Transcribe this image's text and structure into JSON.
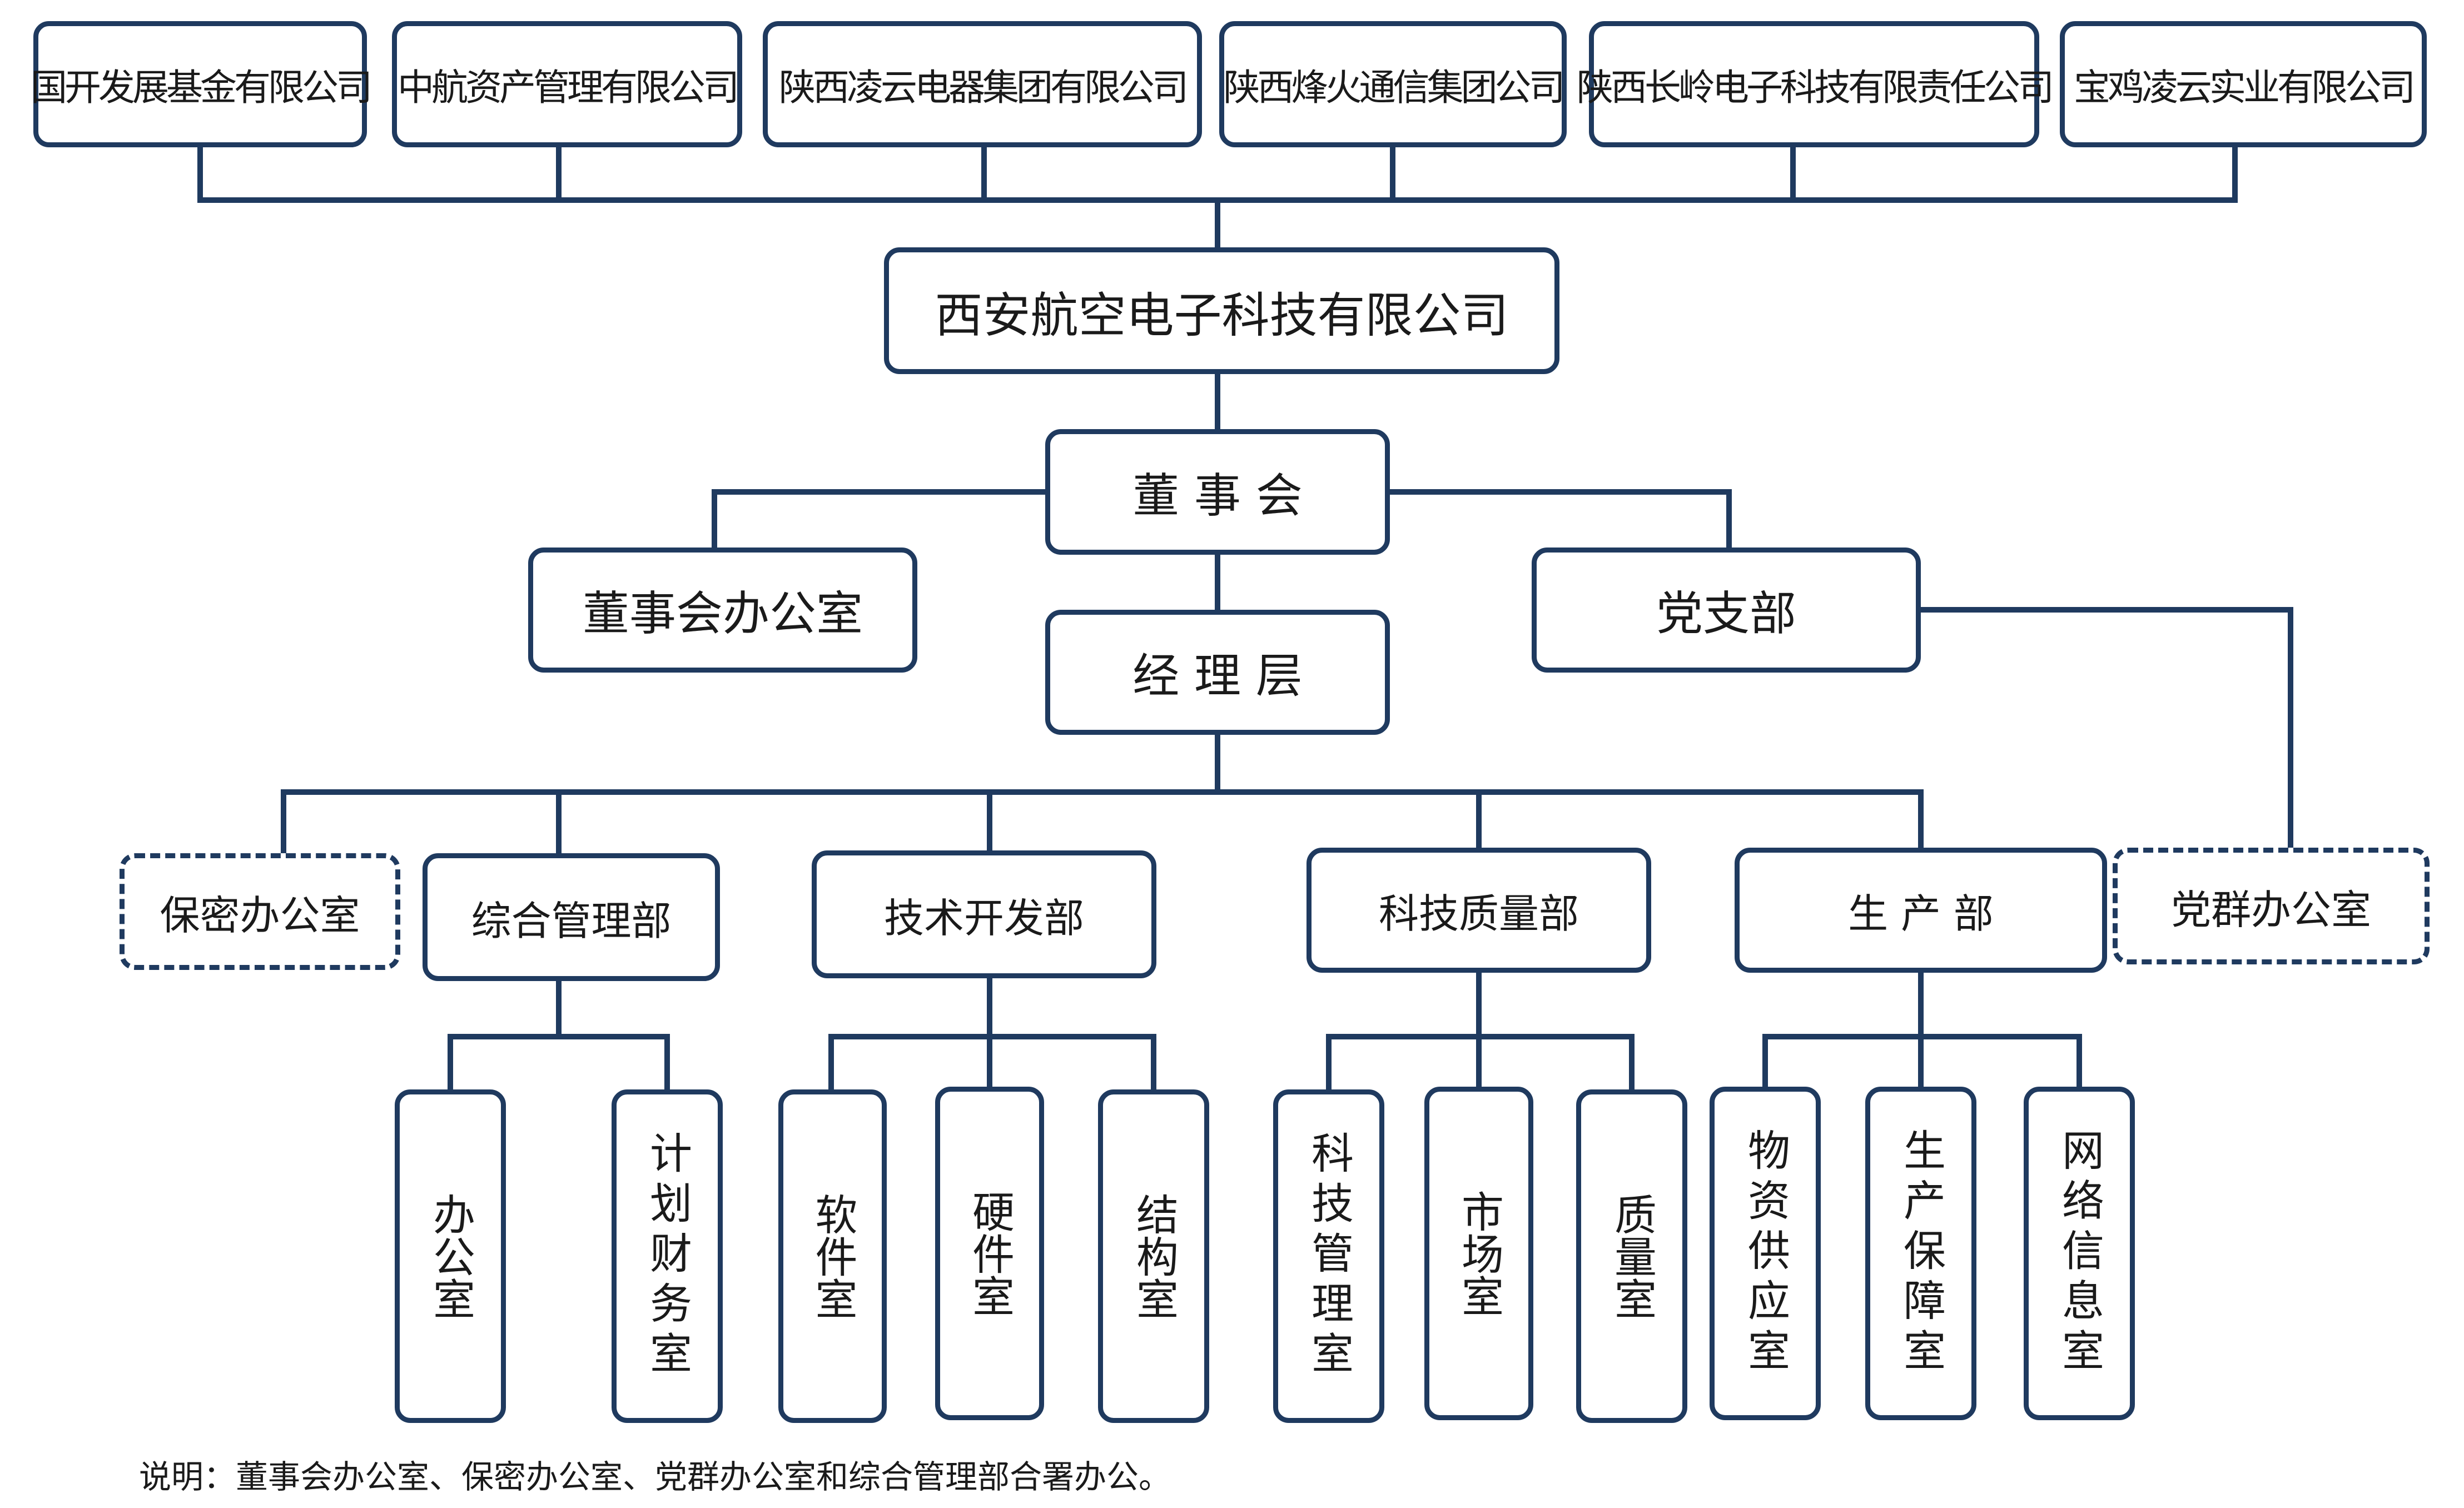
{
  "shareholders": [
    "国开发展基金有限公司",
    "中航资产管理有限公司",
    "陕西凌云电器集团有限公司",
    "陕西烽火通信集团公司",
    "陕西长岭电子科技有限责任公司",
    "宝鸡凌云实业有限公司"
  ],
  "company": "西安航空电子科技有限公司",
  "board": "董 事 会",
  "board_office": "董事会办公室",
  "party_branch": "党支部",
  "management": "经 理 层",
  "departments": {
    "confidential": "保密办公室",
    "general": "综合管理部",
    "tech_dev": "技术开发部",
    "sci_quality": "科技质量部",
    "production": "生 产 部",
    "party_office": "党群办公室"
  },
  "offices": {
    "general": [
      "办公室",
      "计划财务室"
    ],
    "tech_dev": [
      "软件室",
      "硬件室",
      "结构室"
    ],
    "sci_quality": [
      "科技管理室",
      "市场室",
      "质量室"
    ],
    "production": [
      "物资供应室",
      "生产保障室",
      "网络信息室"
    ]
  },
  "note": "说明：董事会办公室、保密办公室、党群办公室和综合管理部合署办公。",
  "colors": {
    "line": "#1f3a5f",
    "border": "#1f3a5f",
    "text": "#1a1a1a",
    "background": "#ffffff"
  }
}
